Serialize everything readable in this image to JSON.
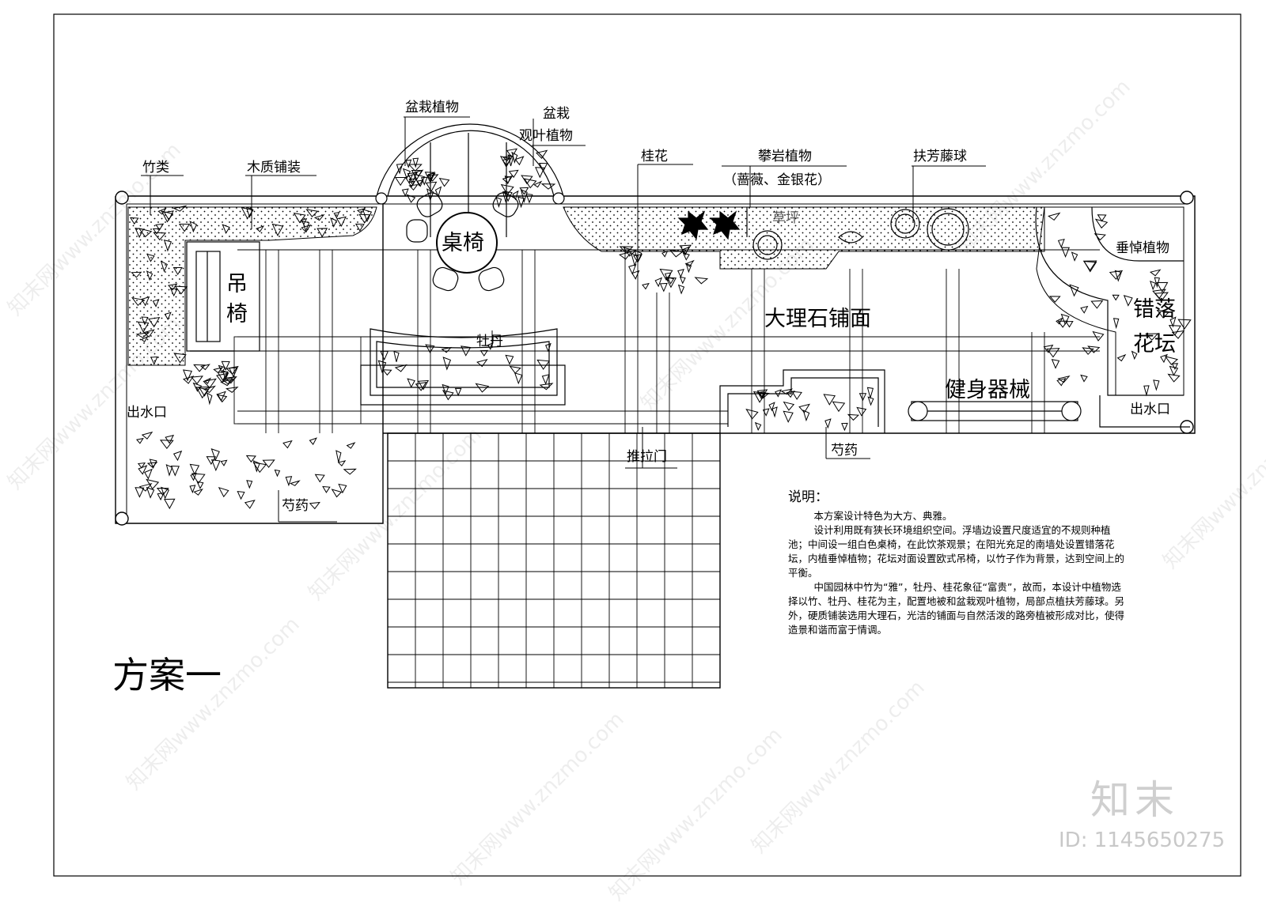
{
  "title": "方案一",
  "labels": {
    "bamboo": "竹类",
    "wood_paving": "木质铺装",
    "potted_plant": "盆栽植物",
    "potted_foliage_1": "盆栽",
    "potted_foliage_2": "观叶植物",
    "osmanthus": "桂花",
    "climbing_plants": "攀岩植物",
    "climbing_species": "（蔷薇、金银花）",
    "lawn": "草坪",
    "boxwood_ball": "扶芳藤球",
    "hanging_plants": "垂悼植物",
    "table_chairs": "桌椅",
    "hanging_chair_1": "吊",
    "hanging_chair_2": "椅",
    "peony": "牡丹",
    "marble_paving": "大理石铺面",
    "staggered_bed_1": "错落",
    "staggered_bed_2": "花坛",
    "fitness": "健身器械",
    "outlet_left": "出水口",
    "outlet_right": "出水口",
    "sliding_door": "推拉门",
    "herbaceous_peony_mid": "芍药",
    "herbaceous_peony_left": "芍药"
  },
  "notes": {
    "heading": "说明：",
    "p1": "本方案设计特色为大方、典雅。",
    "p2": "设计利用既有狭长环境组织空间。浮墙边设置尺度适宜的不规则种植池；中间设一组白色桌椅，在此饮茶观景；在阳光充足的南墙处设置错落花坛，内植垂悼植物；花坛对面设置欧式吊椅，以竹子作为背景，达到空间上的平衡。",
    "p3": "中国园林中竹为“雅”，牡丹、桂花象征“富贵”，故而，本设计中植物选择以竹、牡丹、桂花为主，配置地被和盆栽观叶植物，局部点植扶芳藤球。另外，硬质铺装选用大理石，光洁的铺面与自然活泼的路旁植被形成对比，使得造景和谐而富于情调。"
  },
  "brand": "知末",
  "id_text": "ID: 1145650275",
  "watermark": "知末网www.znzmo.com"
}
